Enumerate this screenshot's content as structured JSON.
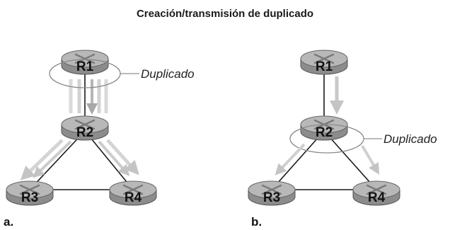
{
  "title": "Creación/transmisión de duplicado",
  "panels": [
    {
      "label": "a.",
      "routers": [
        "R1",
        "R2",
        "R3",
        "R4"
      ],
      "duplicate_label": "Duplicado"
    },
    {
      "label": "b.",
      "routers": [
        "R1",
        "R2",
        "R3",
        "R4"
      ],
      "duplicate_label": "Duplicado"
    }
  ],
  "colors": {
    "router_top": "#b5b5b5",
    "router_side": "#8c8c8c",
    "arrow": "#c8c8c8",
    "links": "#1a1a1a"
  }
}
